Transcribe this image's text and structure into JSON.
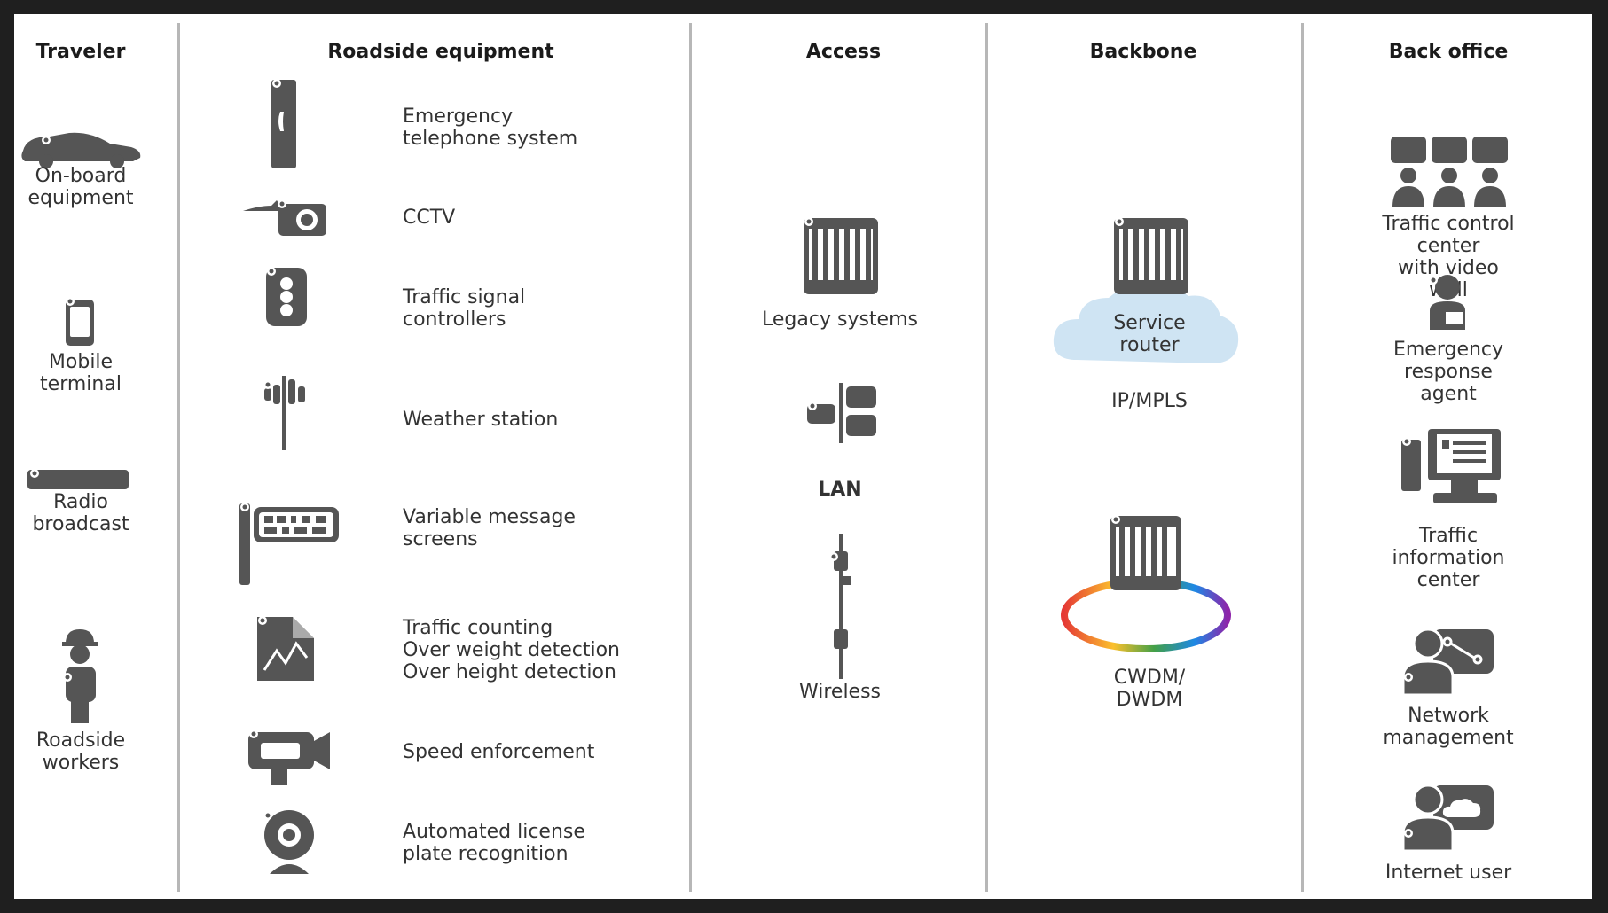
{
  "colors": {
    "icon": "#555555",
    "cloud": "#cfe4f3",
    "separator": "#b7b7b7",
    "frame": "#1f1f1f"
  },
  "columns": {
    "traveler": {
      "title": "Traveler",
      "items": [
        {
          "icon": "car-icon",
          "label": "On-board\nequipment"
        },
        {
          "icon": "mobile-phone-icon",
          "label": "Mobile\nterminal"
        },
        {
          "icon": "radio-bar-icon",
          "label": "Radio\nbroadcast"
        },
        {
          "icon": "worker-icon",
          "label": "Roadside\nworkers"
        }
      ]
    },
    "roadside": {
      "title": "Roadside equipment",
      "items": [
        {
          "icon": "emergency-phone-icon",
          "label": "Emergency\ntelephone system"
        },
        {
          "icon": "cctv-icon",
          "label": "CCTV"
        },
        {
          "icon": "traffic-light-icon",
          "label": "Traffic signal\ncontrollers"
        },
        {
          "icon": "weather-station-icon",
          "label": "Weather station"
        },
        {
          "icon": "message-sign-icon",
          "label": "Variable message\nscreens"
        },
        {
          "icon": "chart-document-icon",
          "label": "Traffic counting\nOver weight detection\nOver height detection"
        },
        {
          "icon": "speed-camera-icon",
          "label": "Speed enforcement"
        },
        {
          "icon": "webcam-icon",
          "label": "Automated license\nplate recognition"
        }
      ]
    },
    "access": {
      "title": "Access",
      "items": [
        {
          "icon": "legacy-system-icon",
          "label": "Legacy systems"
        },
        {
          "icon": "lan-switch-icon",
          "label": "LAN"
        },
        {
          "icon": "wireless-tower-icon",
          "label": "Wireless"
        }
      ]
    },
    "backbone": {
      "title": "Backbone",
      "items": [
        {
          "icon": "router-icon",
          "label": "Service\nrouter"
        },
        {
          "icon": "cloud-icon",
          "label": "IP/MPLS"
        },
        {
          "icon": "optical-ring-icon",
          "label": "CWDM/\nDWDM"
        }
      ]
    },
    "backoffice": {
      "title": "Back office",
      "items": [
        {
          "icon": "video-wall-icon",
          "label": "Traffic control center\nwith video wall"
        },
        {
          "icon": "agent-icon",
          "label": "Emergency\nresponse agent"
        },
        {
          "icon": "computer-icon",
          "label": "Traffic information\ncenter"
        },
        {
          "icon": "network-management-icon",
          "label": "Network management"
        },
        {
          "icon": "internet-user-icon",
          "label": "Internet user"
        }
      ]
    }
  }
}
